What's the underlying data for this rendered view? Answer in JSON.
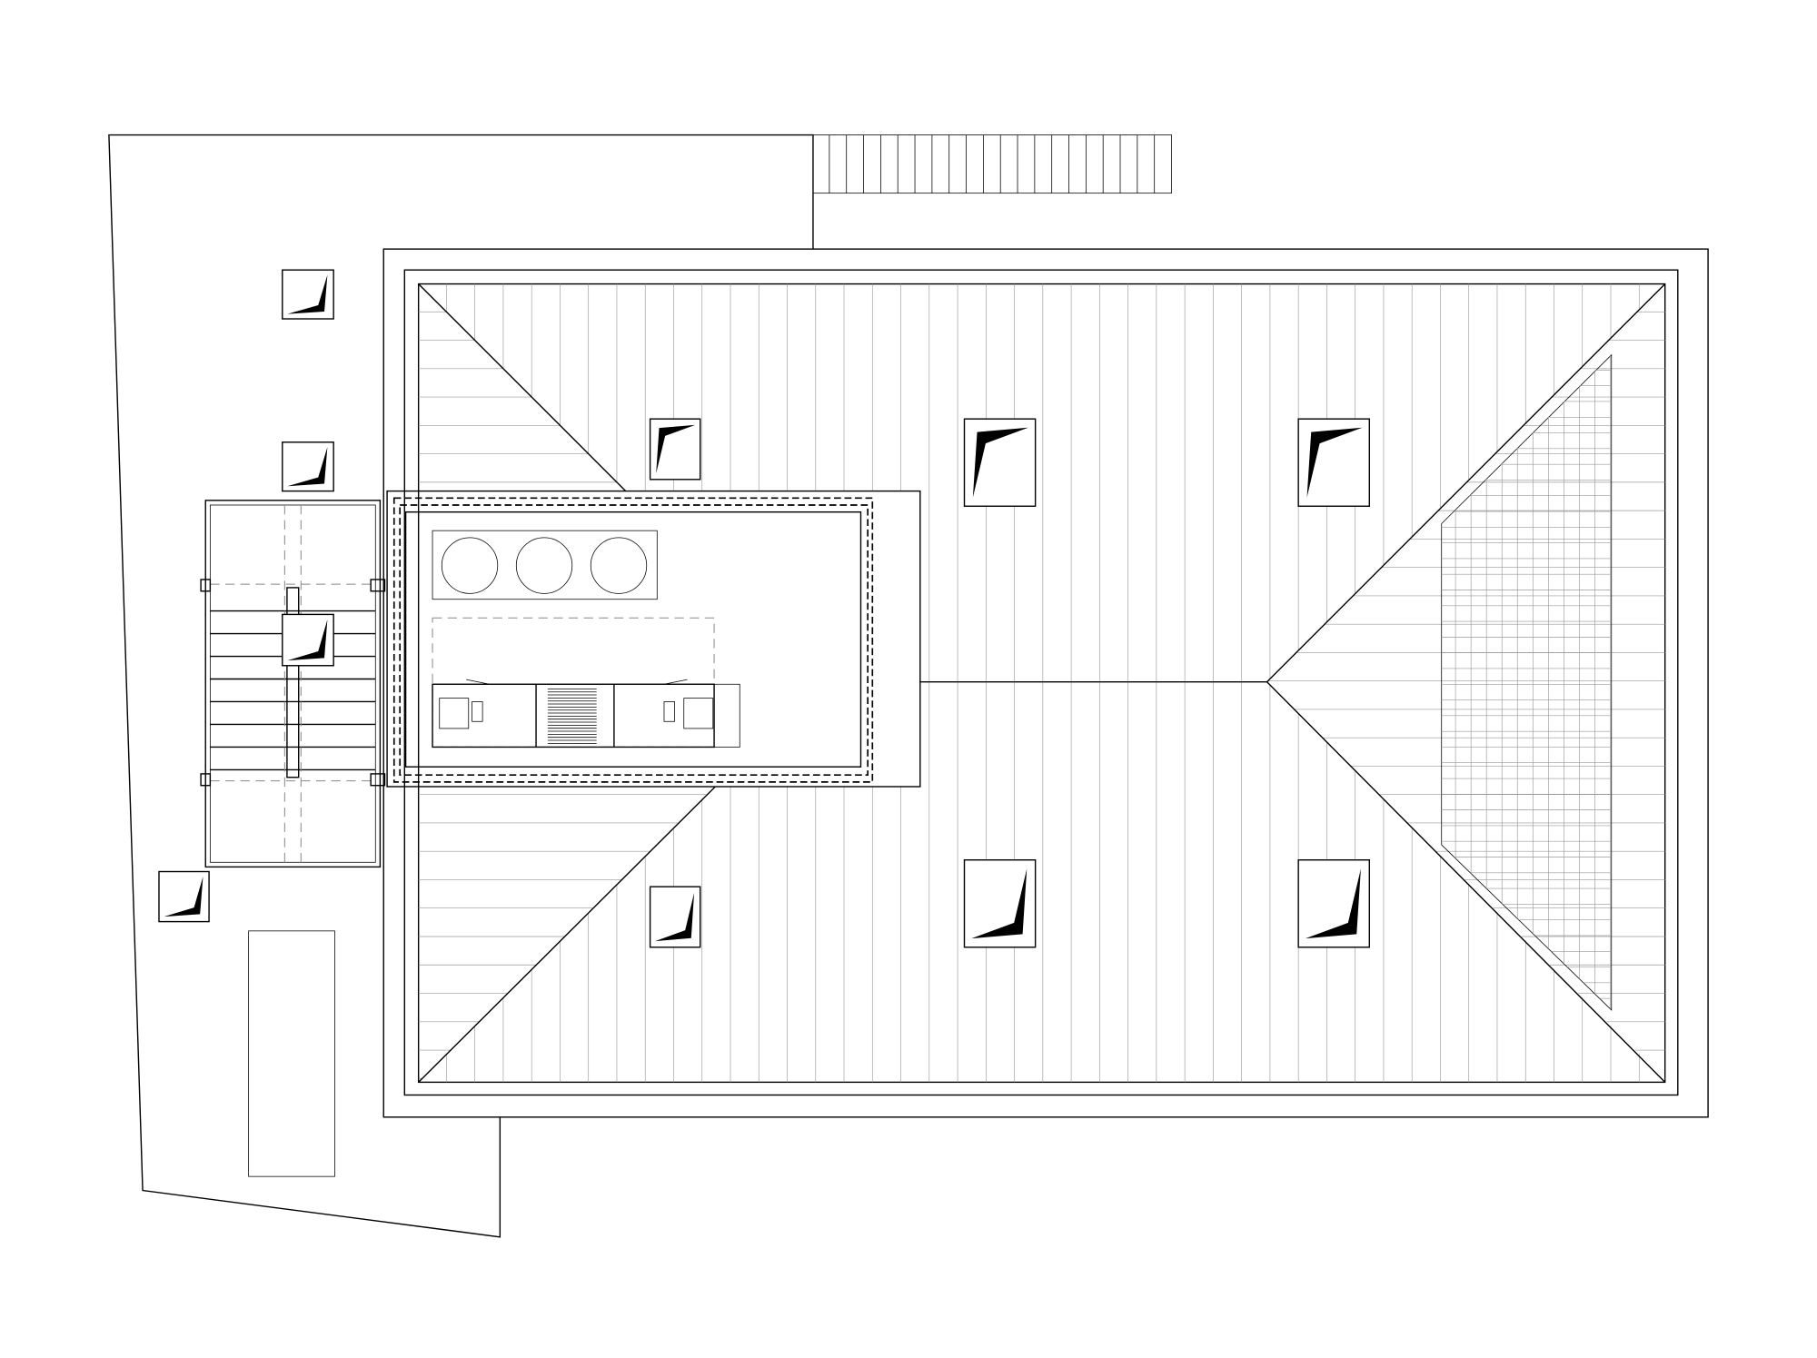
{
  "drawing": {
    "type": "roof plan",
    "colors": {
      "line": "#000000",
      "hatch": "#999999",
      "background": "#ffffff"
    },
    "chimney_count": 10,
    "fan_count": 3
  }
}
